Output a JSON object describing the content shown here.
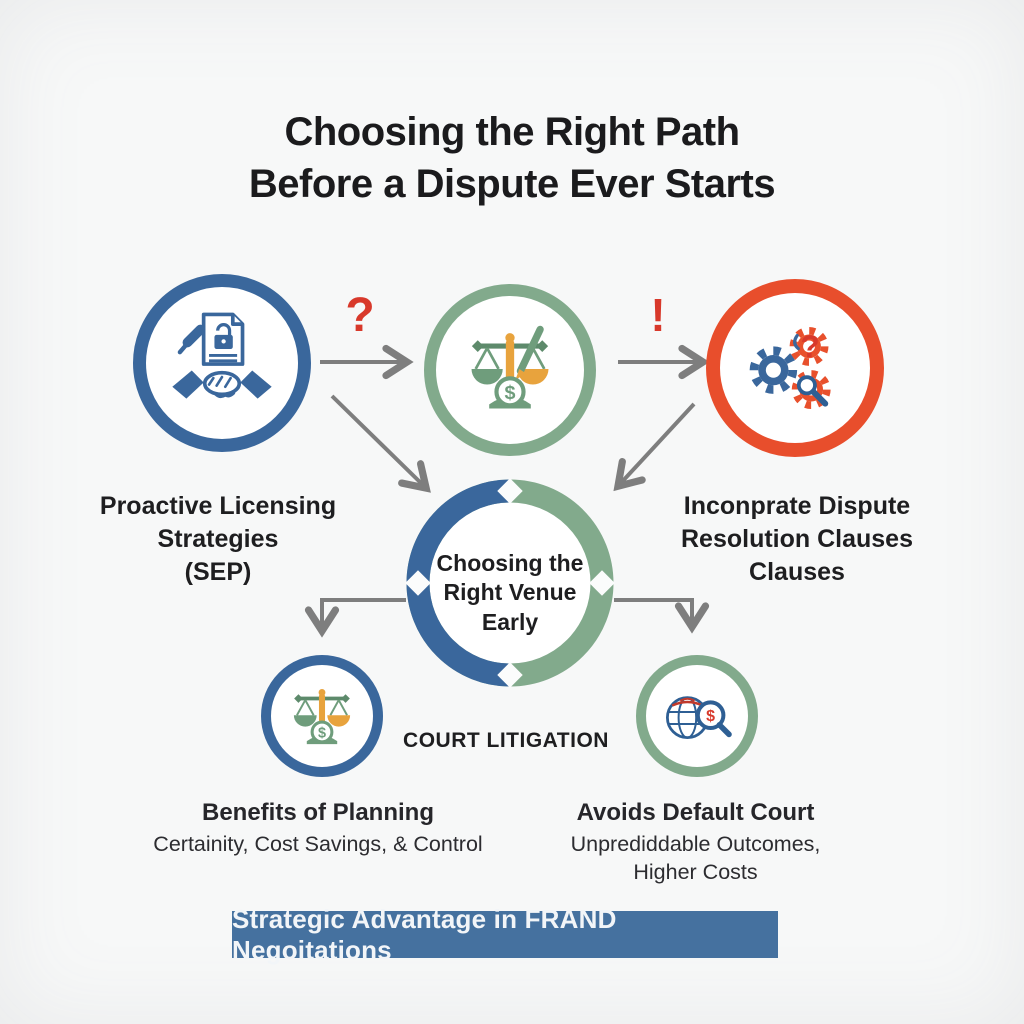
{
  "title": {
    "line1": "Choosing the Right Path",
    "line2": "Before a Dispute Ever Starts"
  },
  "glyphs": {
    "question": "?",
    "exclamation": "!",
    "dollar": "$"
  },
  "nodes": {
    "proactive": {
      "icon": "contract-handshake-icon",
      "ring_color": "#3a679c",
      "lines": [
        "Proactive Licensing",
        "Strategies",
        "(SEP)"
      ]
    },
    "balance": {
      "icon": "scales-pen-icon",
      "ring_color": "#82aa8c"
    },
    "clauses": {
      "icon": "gears-question-icon",
      "ring_color": "#e84e2c",
      "lines": [
        "Inconprate Dispute",
        "Resolution Clauses",
        "Clauses"
      ]
    },
    "center": {
      "ring_colors": [
        "#3a679c",
        "#82aa8c"
      ],
      "lines": [
        "Choosing the",
        "Right Venue",
        "Early"
      ]
    },
    "benefits": {
      "icon": "scales-icon",
      "ring_color": "#3a679c",
      "title": "Benefits of Planning",
      "subtitle": "Certainity, Cost Savings, & Control"
    },
    "default_court": {
      "icon": "globe-magnifier-icon",
      "ring_color": "#82aa8c",
      "title": "Avoids Default Court",
      "subtitle_lines": [
        "Unprediddable Outcomes,",
        "Higher Costs"
      ]
    }
  },
  "court_litigation_label": "COURT LITIGATION",
  "banner": {
    "label": "Strategic Advantage in FRAND Negoitations",
    "background": "#45719f"
  },
  "colors": {
    "blue": "#3a679c",
    "green": "#82aa8c",
    "green_dark": "#6f9d7c",
    "red_ring": "#e84e2c",
    "red_accent": "#d8392b",
    "orange": "#e8a33d",
    "arrow_gray": "#7e7e7e",
    "banner_blue": "#45719f",
    "text_dark": "#1b1b1d"
  }
}
